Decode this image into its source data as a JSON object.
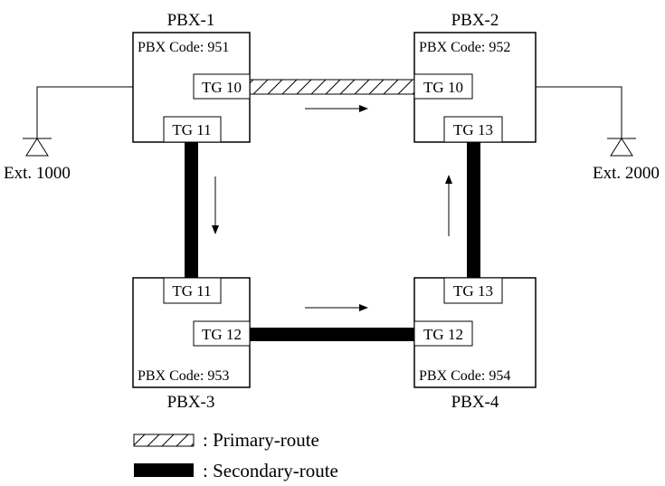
{
  "pbx": [
    {
      "name": "PBX-1",
      "code": "PBX Code: 951"
    },
    {
      "name": "PBX-2",
      "code": "PBX Code: 952"
    },
    {
      "name": "PBX-3",
      "code": "PBX Code: 953"
    },
    {
      "name": "PBX-4",
      "code": "PBX Code: 954"
    }
  ],
  "trunk_groups": {
    "pbx1_tg10": "TG 10",
    "pbx1_tg11": "TG 11",
    "pbx2_tg10": "TG 10",
    "pbx2_tg13": "TG 13",
    "pbx3_tg11": "TG 11",
    "pbx3_tg12": "TG 12",
    "pbx4_tg12": "TG 12",
    "pbx4_tg13": "TG 13"
  },
  "extensions": {
    "left": "Ext. 1000",
    "right": "Ext. 2000"
  },
  "legend": {
    "primary": ": Primary-route",
    "secondary": ": Secondary-route"
  }
}
